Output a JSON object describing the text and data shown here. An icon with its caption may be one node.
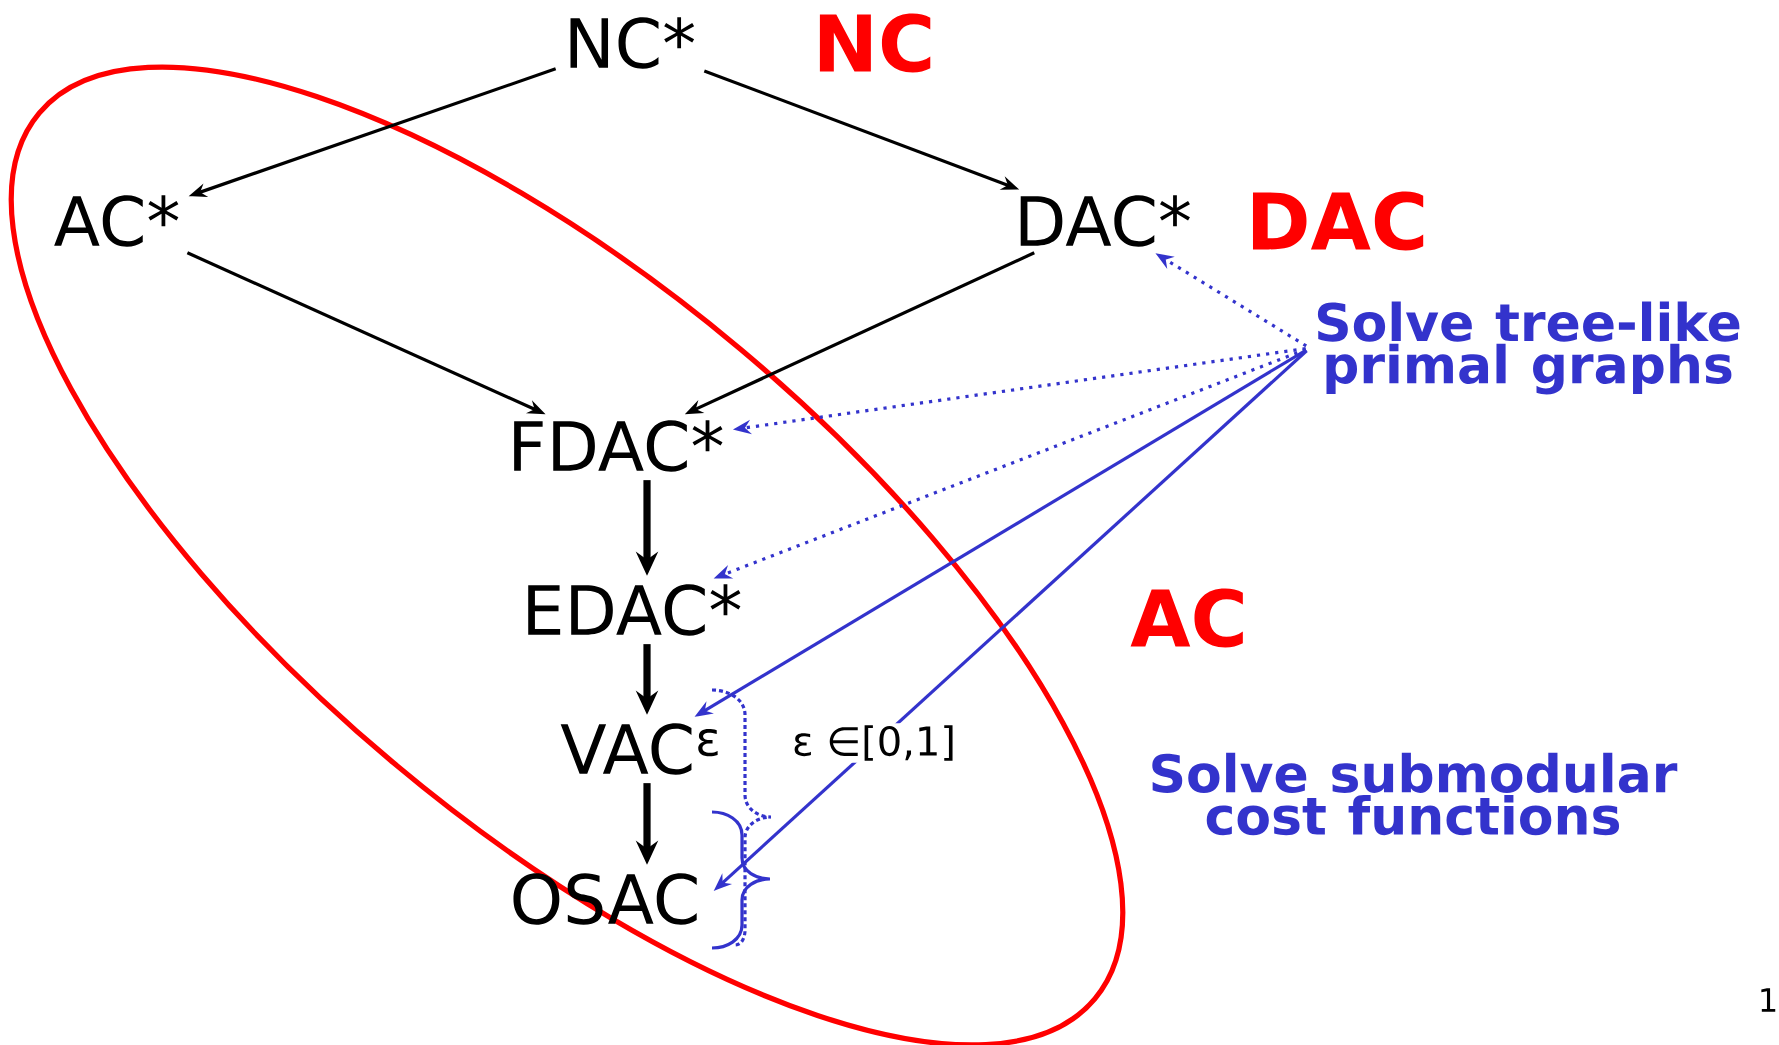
{
  "diagram": {
    "nodes": [
      {
        "text": [
          "NC*"
        ]
      },
      {
        "text": [
          "AC*"
        ]
      },
      {
        "text": [
          "DAC*"
        ]
      },
      {
        "text": [
          "FDAC*"
        ]
      },
      {
        "text": [
          "EDAC*"
        ]
      },
      {
        "text": [
          "VAC$^{ε}$"
        ]
      },
      {
        "text": [
          "OSAC"
        ]
      },
      {
        "text": [
          "Solve tree-like primal graphs"
        ]
      },
      {
        "text": [
          "Solve submodular cost functions"
        ]
      }
    ],
    "edges": [
      {
        "from": 0,
        "to": 1,
        "arrow": "to"
      },
      {
        "from": 0,
        "to": 2,
        "arrow": "to"
      },
      {
        "from": 1,
        "to": 3,
        "arrow": "to"
      },
      {
        "from": 2,
        "to": 3,
        "arrow": "to"
      },
      {
        "from": 3,
        "to": 4,
        "arrow": "to",
        "style": "thick"
      },
      {
        "from": 4,
        "to": 5,
        "arrow": "to",
        "style": "thick"
      },
      {
        "from": 5,
        "to": 6,
        "arrow": "to",
        "style": "thick"
      },
      {
        "from": 7,
        "to": 2,
        "arrow": "to",
        "style": "dashed",
        "color": "#3333cc"
      },
      {
        "from": 7,
        "to": 3,
        "arrow": "to",
        "style": "dashed",
        "color": "#3333cc"
      },
      {
        "from": 7,
        "to": 4,
        "arrow": "to",
        "style": "dashed",
        "color": "#3333cc"
      },
      {
        "from": 7,
        "to": 5,
        "arrow": "to",
        "color": "#3333cc"
      },
      {
        "from": 7,
        "to": 6,
        "arrow": "to",
        "color": "#3333cc"
      }
    ],
    "labels": [
      "NC",
      "DAC",
      "AC",
      "ε ∈[0,1]",
      "1"
    ]
  }
}
